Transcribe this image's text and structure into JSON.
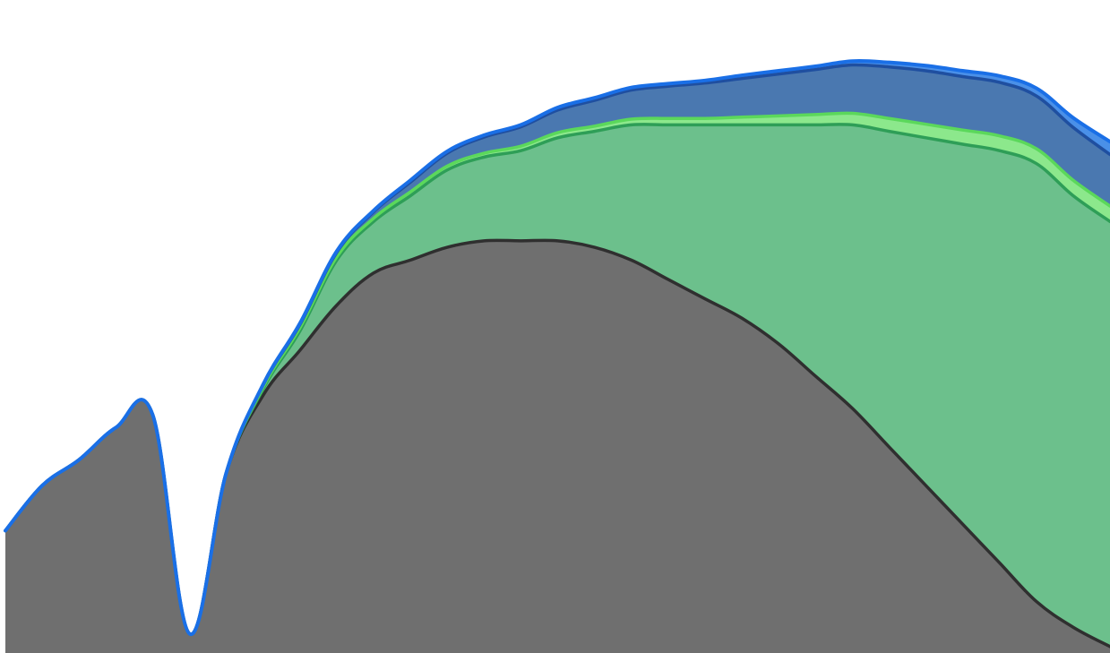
{
  "chart_data": {
    "type": "area",
    "stacked": true,
    "title": "",
    "xlabel": "",
    "ylabel": "",
    "axes_visible": false,
    "grid": false,
    "legend": "none",
    "x": [
      0,
      1,
      2,
      3,
      4,
      5,
      6,
      7,
      8,
      9,
      10,
      11,
      12,
      13,
      14,
      15,
      16,
      17,
      18,
      19,
      20,
      21,
      22,
      23,
      24,
      25,
      26,
      27,
      28,
      29,
      30
    ],
    "xlim": [
      0,
      30
    ],
    "ylim": [
      0,
      100
    ],
    "series": [
      {
        "color": "#6f6f6f",
        "stroke": "#2f2f2f",
        "values": [
          19,
          26,
          30,
          35,
          37,
          3,
          28,
          40,
          47,
          54,
          59,
          61,
          63,
          64,
          64,
          64,
          63,
          61,
          58,
          55,
          52,
          48,
          43,
          38,
          32,
          26,
          20,
          14,
          8,
          4,
          1
        ]
      },
      {
        "color": "#6cc08c",
        "stroke": "#2e9e57",
        "values": [
          0,
          0,
          0,
          0,
          0,
          0,
          0,
          1,
          3,
          7,
          8,
          10,
          12,
          13,
          14,
          16,
          18,
          21,
          24,
          27,
          30,
          34,
          39,
          44,
          49,
          54,
          59,
          64,
          68,
          67,
          66
        ]
      },
      {
        "color": "#8ce88c",
        "stroke": "#5bd85b",
        "values": [
          0,
          0,
          0,
          0,
          0,
          0,
          0,
          0.3,
          0.5,
          0.5,
          0.5,
          0.6,
          0.6,
          0.6,
          0.7,
          0.8,
          0.8,
          0.9,
          1,
          1,
          1.2,
          1.4,
          1.6,
          1.8,
          2,
          2.1,
          2.2,
          2.3,
          2.3,
          2.4,
          2.4
        ]
      },
      {
        "color": "#4a78b0",
        "stroke": "#1f4fa0",
        "values": [
          0,
          0,
          0,
          0,
          0,
          0,
          0,
          0.3,
          0.5,
          0.7,
          1,
          1.5,
          2,
          2.5,
          3,
          3.5,
          4,
          4.5,
          5,
          5.5,
          6,
          6.5,
          7,
          7.5,
          8,
          8.3,
          8.3,
          8.3,
          8.2,
          8.2,
          8
        ]
      },
      {
        "color": "#4a90e8",
        "stroke": "#1a6fe6",
        "values": [
          0,
          0,
          0,
          0,
          0,
          0,
          0,
          0.1,
          0.2,
          0.2,
          0.2,
          0.3,
          0.3,
          0.3,
          0.3,
          0.4,
          0.4,
          0.4,
          0.4,
          0.4,
          0.5,
          0.5,
          0.5,
          0.6,
          0.7,
          0.8,
          0.9,
          1,
          1.2,
          1.5,
          2
        ]
      }
    ]
  }
}
